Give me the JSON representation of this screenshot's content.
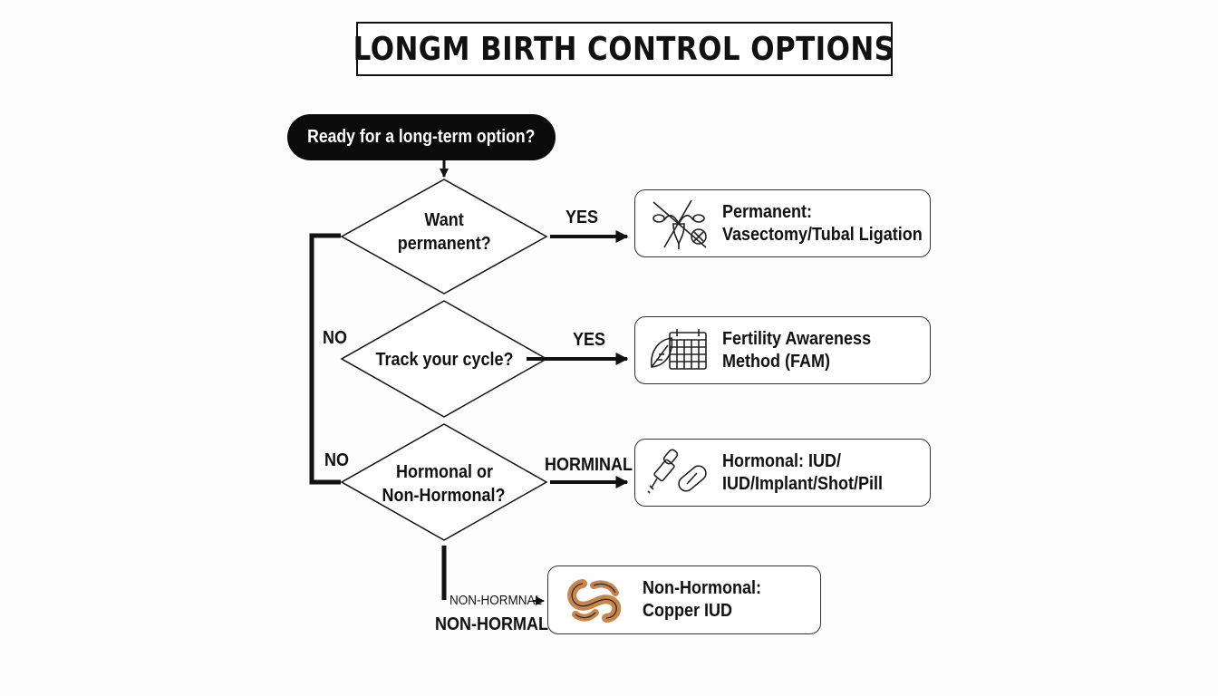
{
  "title": "LONGM BIRTH CONTROL OPTIONS",
  "start": "Ready for a long-term option?",
  "decisions": {
    "permanent": [
      "Want",
      "permanent?"
    ],
    "track": [
      "Track your cycle?"
    ],
    "hormonal": [
      "Hormonal or",
      "Non-Hormonal?"
    ]
  },
  "edges": {
    "yes1": "YES",
    "yes2": "YES",
    "horminal": "HORMINAL",
    "no1": "NO",
    "no2": "NO",
    "nonhormnal_small": "NON-HORMNAL",
    "nonhormal": "NON-HORMAL"
  },
  "results": {
    "permanent": [
      "Permanent:",
      "Vasectomy/Tubal Ligation"
    ],
    "fam": [
      "Fertility Awareness",
      "Method (FAM)"
    ],
    "hormonal": [
      "Hormonal: IUD/",
      "IUD/Implant/Shot/Pill"
    ],
    "copper": [
      "Non-Hormonal:",
      "Copper IUD"
    ]
  },
  "icons": {
    "permanent": "reproductive-organs-crossed-icon",
    "fam": "leaf-calendar-icon",
    "hormonal": "dropper-pill-icon",
    "copper": "copper-coil-icon"
  },
  "colors": {
    "ink": "#111111",
    "start_bg": "#0b0b0b",
    "copper": "#c8854a"
  }
}
